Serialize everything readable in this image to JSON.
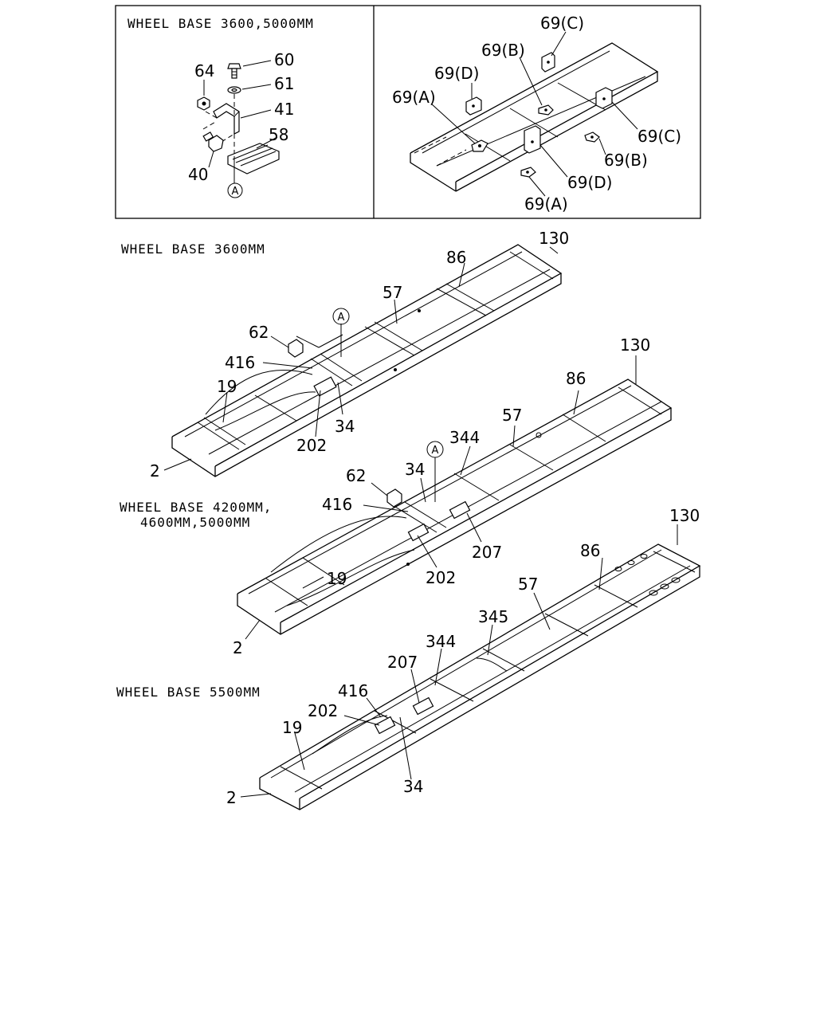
{
  "detail_box": {
    "left_title": "WHEEL BASE 3600,5000MM",
    "left_labels": [
      "64",
      "60",
      "61",
      "41",
      "58",
      "40"
    ],
    "circle_ref": "A",
    "right_labels": [
      "69(C)",
      "69(B)",
      "69(D)",
      "69(A)",
      "69(C)",
      "69(B)",
      "69(D)",
      "69(A)"
    ]
  },
  "frame_1": {
    "title": "WHEEL BASE 3600MM",
    "labels": [
      "130",
      "86",
      "57",
      "62",
      "416",
      "19",
      "34",
      "202",
      "2"
    ],
    "circle_ref": "A"
  },
  "frame_2": {
    "title_line1": "WHEEL BASE 4200MM,",
    "title_line2": "4600MM,5000MM",
    "labels": [
      "130",
      "86",
      "57",
      "344",
      "34",
      "62",
      "416",
      "207",
      "19",
      "202",
      "2"
    ],
    "circle_ref": "A"
  },
  "frame_3": {
    "title": "WHEEL BASE 5500MM",
    "labels": [
      "130",
      "86",
      "57",
      "345",
      "344",
      "207",
      "416",
      "202",
      "19",
      "2",
      "34"
    ]
  }
}
